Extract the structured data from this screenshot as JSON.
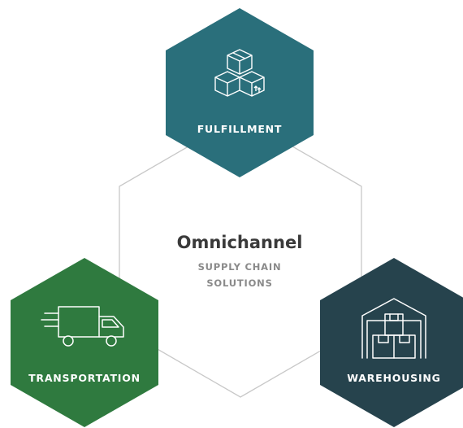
{
  "center": {
    "title": "Omnichannel",
    "subtitle_line1": "SUPPLY CHAIN",
    "subtitle_line2": "SOLUTIONS"
  },
  "nodes": {
    "fulfillment": {
      "label": "FULFILLMENT",
      "icon": "boxes-icon"
    },
    "transportation": {
      "label": "TRANSPORTATION",
      "icon": "delivery-truck-icon"
    },
    "warehousing": {
      "label": "WAREHOUSING",
      "icon": "warehouse-icon"
    }
  },
  "colors": {
    "fulfillment": "#2a6f7b",
    "transportation": "#2f7a3f",
    "warehousing": "#26434d",
    "outline": "#c8c8c8",
    "center_title": "#3a3a3a",
    "center_subtitle": "#8a8a8a",
    "hex_text": "#ffffff"
  }
}
